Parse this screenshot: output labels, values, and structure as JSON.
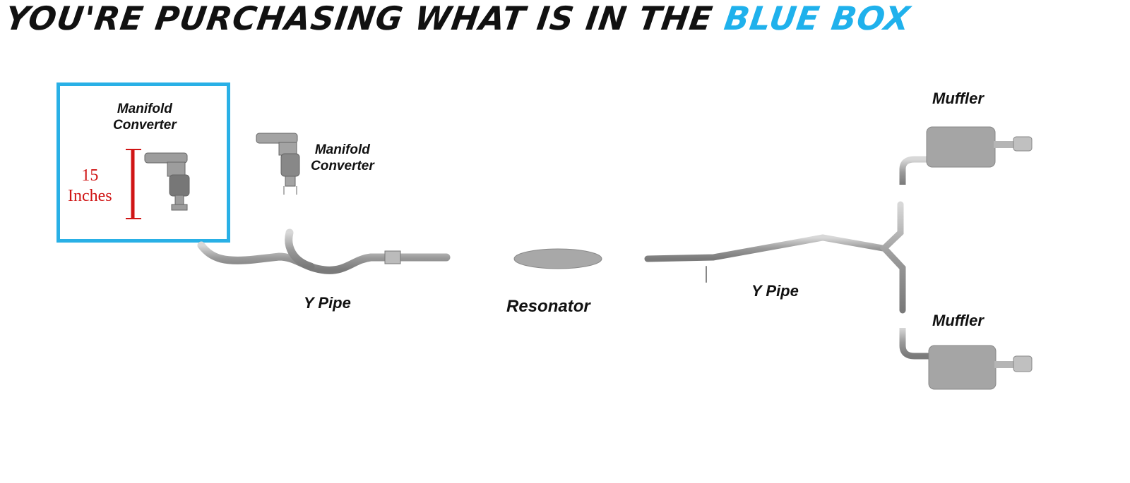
{
  "title": {
    "prefix": "YOU'RE PURCHASING WHAT IS IN THE ",
    "highlight": "BLUE BOX"
  },
  "colors": {
    "highlight": "#1fb1ec",
    "measure": "#d01515",
    "part": "#a9a9a9"
  },
  "labels": {
    "manifold_converter_1": [
      "Manifold",
      "Converter"
    ],
    "manifold_converter_2": [
      "Manifold",
      "Converter"
    ],
    "y_pipe_front": "Y Pipe",
    "resonator": "Resonator",
    "y_pipe_rear": "Y Pipe",
    "muffler_top": "Muffler",
    "muffler_bottom": "Muffler"
  },
  "measurement": {
    "value": "15",
    "unit": "Inches"
  }
}
